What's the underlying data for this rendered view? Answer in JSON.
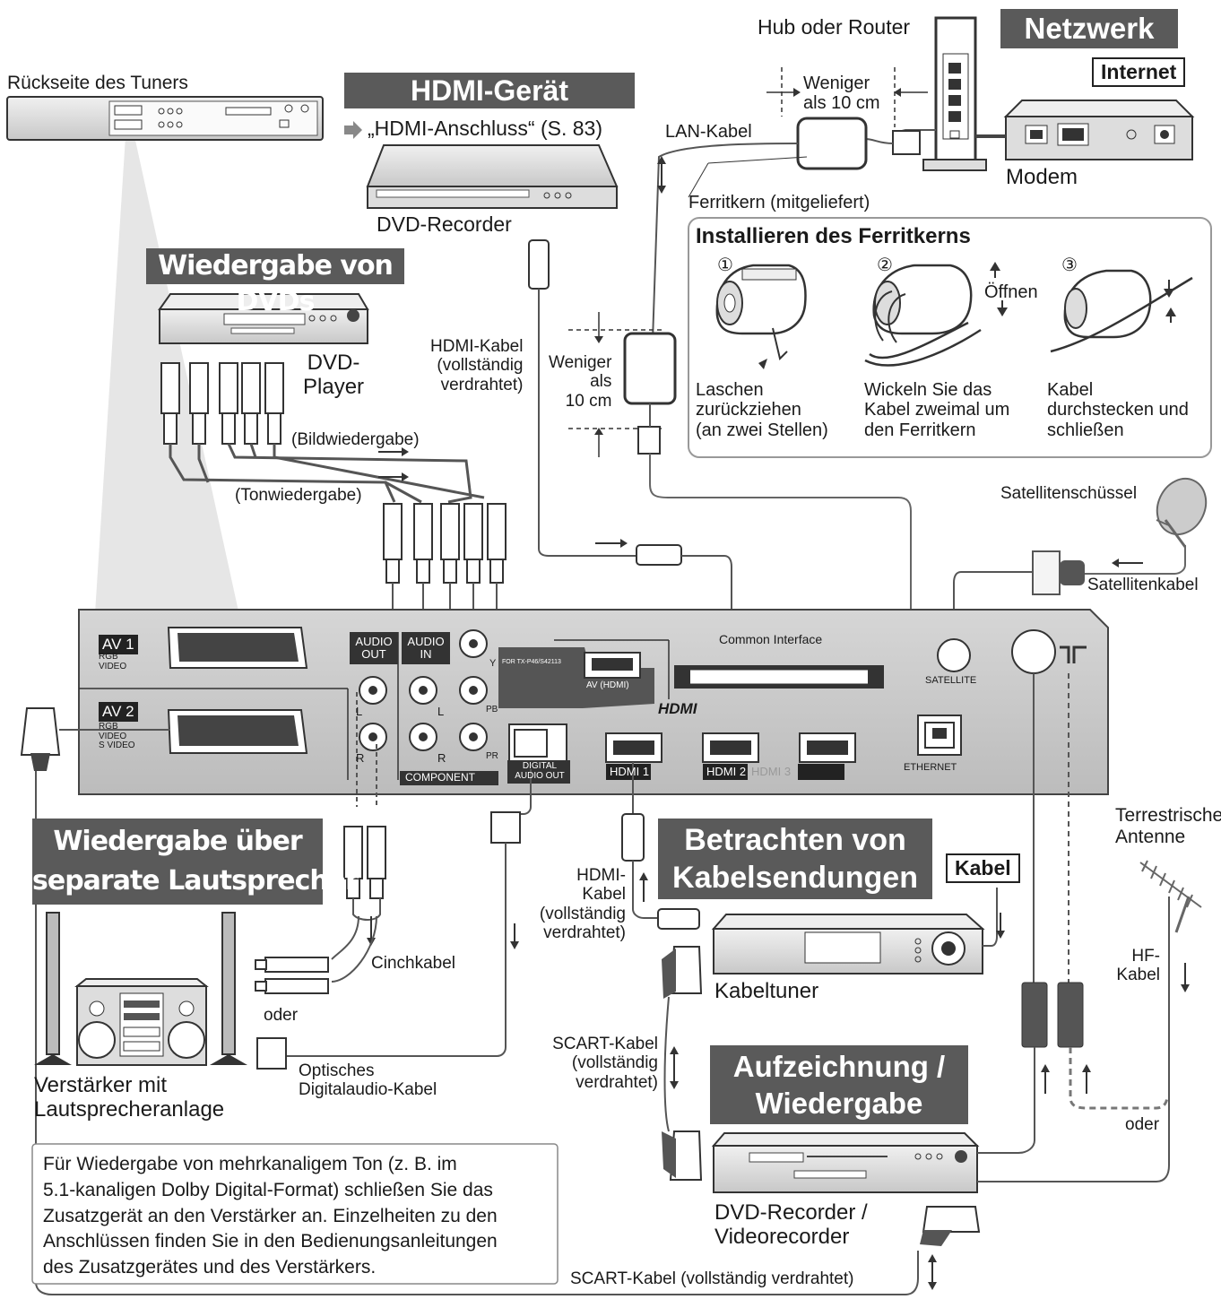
{
  "tuner_back": "Rückseite des Tuners",
  "hdmi_device": {
    "title": "HDMI-Gerät",
    "ref": "„HDMI-Anschluss“ (S. 83)",
    "dvd_recorder": "DVD-Recorder"
  },
  "network": {
    "title": "Netzwerk",
    "hub": "Hub oder Router",
    "internet": "Internet",
    "modem": "Modem",
    "lan_cable": "LAN-Kabel",
    "under_10cm": "Weniger\nals 10 cm",
    "ferrite": "Ferritkern (mitgeliefert)"
  },
  "ferrite_install": {
    "title": "Installieren des Ferritkerns",
    "open": "Öffnen",
    "steps": [
      {
        "num": "①",
        "text": "Laschen\nzurückziehen\n(an zwei Stellen)"
      },
      {
        "num": "②",
        "text": "Wickeln Sie das\nKabel zweimal um\nden Ferritkern"
      },
      {
        "num": "③",
        "text": "Kabel\ndurchstecken und\nschließen"
      }
    ]
  },
  "dvd_play": {
    "title": "Wiedergabe von DVDs",
    "player": "DVD-\nPlayer",
    "picture": "(Bildwiedergabe)",
    "sound": "(Tonwiedergabe)"
  },
  "hdmi_cable_top": "HDMI-Kabel\n(vollständig\nverdrahtet)",
  "under_10cm_2": "Weniger\nals\n10 cm",
  "satellite": {
    "dish": "Satellitenschüssel",
    "cable": "Satellitenkabel"
  },
  "tv_panel": {
    "av1": "AV 1",
    "av1_sub": "RGB\nVIDEO",
    "av2": "AV 2",
    "av2_sub": "RGB\nVIDEO\nS VIDEO",
    "audio_out": "AUDIO\nOUT",
    "audio_in": "AUDIO\nIN",
    "component": "COMPONENT",
    "l": "L",
    "r": "R",
    "y": "Y",
    "pb": "PB",
    "pr": "PR",
    "for_tx": "FOR TX-P46/S42113",
    "av_hdmi": "AV (HDMI)",
    "common_interface": "Common Interface",
    "hdmi_logo": "HDMI",
    "digital_audio_out": "DIGITAL\nAUDIO OUT",
    "hdmi1": "HDMI 1",
    "hdmi2": "HDMI 2",
    "hdmi3": "HDMI 3",
    "satellite": "SATELLITE",
    "ethernet": "ETHERNET"
  },
  "speakers": {
    "title": "Wiedergabe über\nseparate Lautsprecher",
    "cinch": "Cinchkabel",
    "or": "oder",
    "optical": "Optisches\nDigitalaudio-Kabel",
    "amp": "Verstärker mit\nLautsprecheranlage"
  },
  "cable_tv": {
    "title": "Betrachten von\nKabelsendungen",
    "kabel": "Kabel",
    "hdmi_cable": "HDMI-\nKabel\n(vollständig\nverdrahtet)",
    "tuner": "Kabeltuner"
  },
  "terrestrial": {
    "antenna": "Terrestrische\nAntenne",
    "hf": "HF-\nKabel",
    "or": "oder"
  },
  "record": {
    "title": "Aufzeichnung /\nWiedergabe",
    "scart": "SCART-Kabel\n(vollständig\nverdrahtet)",
    "device": "DVD-Recorder /\nVideorecorder",
    "scart_bottom": "SCART-Kabel (vollständig verdrahtet)"
  },
  "note": "Für Wiedergabe von mehrkanaligem Ton (z. B. im\n5.1-kanaligen Dolby Digital-Format) schließen Sie das\nZusatzgerät an den Verstärker an. Einzelheiten zu den\nAnschlüssen finden Sie in den Bedienungsanleitungen\ndes Zusatzgerätes und des Verstärkers."
}
